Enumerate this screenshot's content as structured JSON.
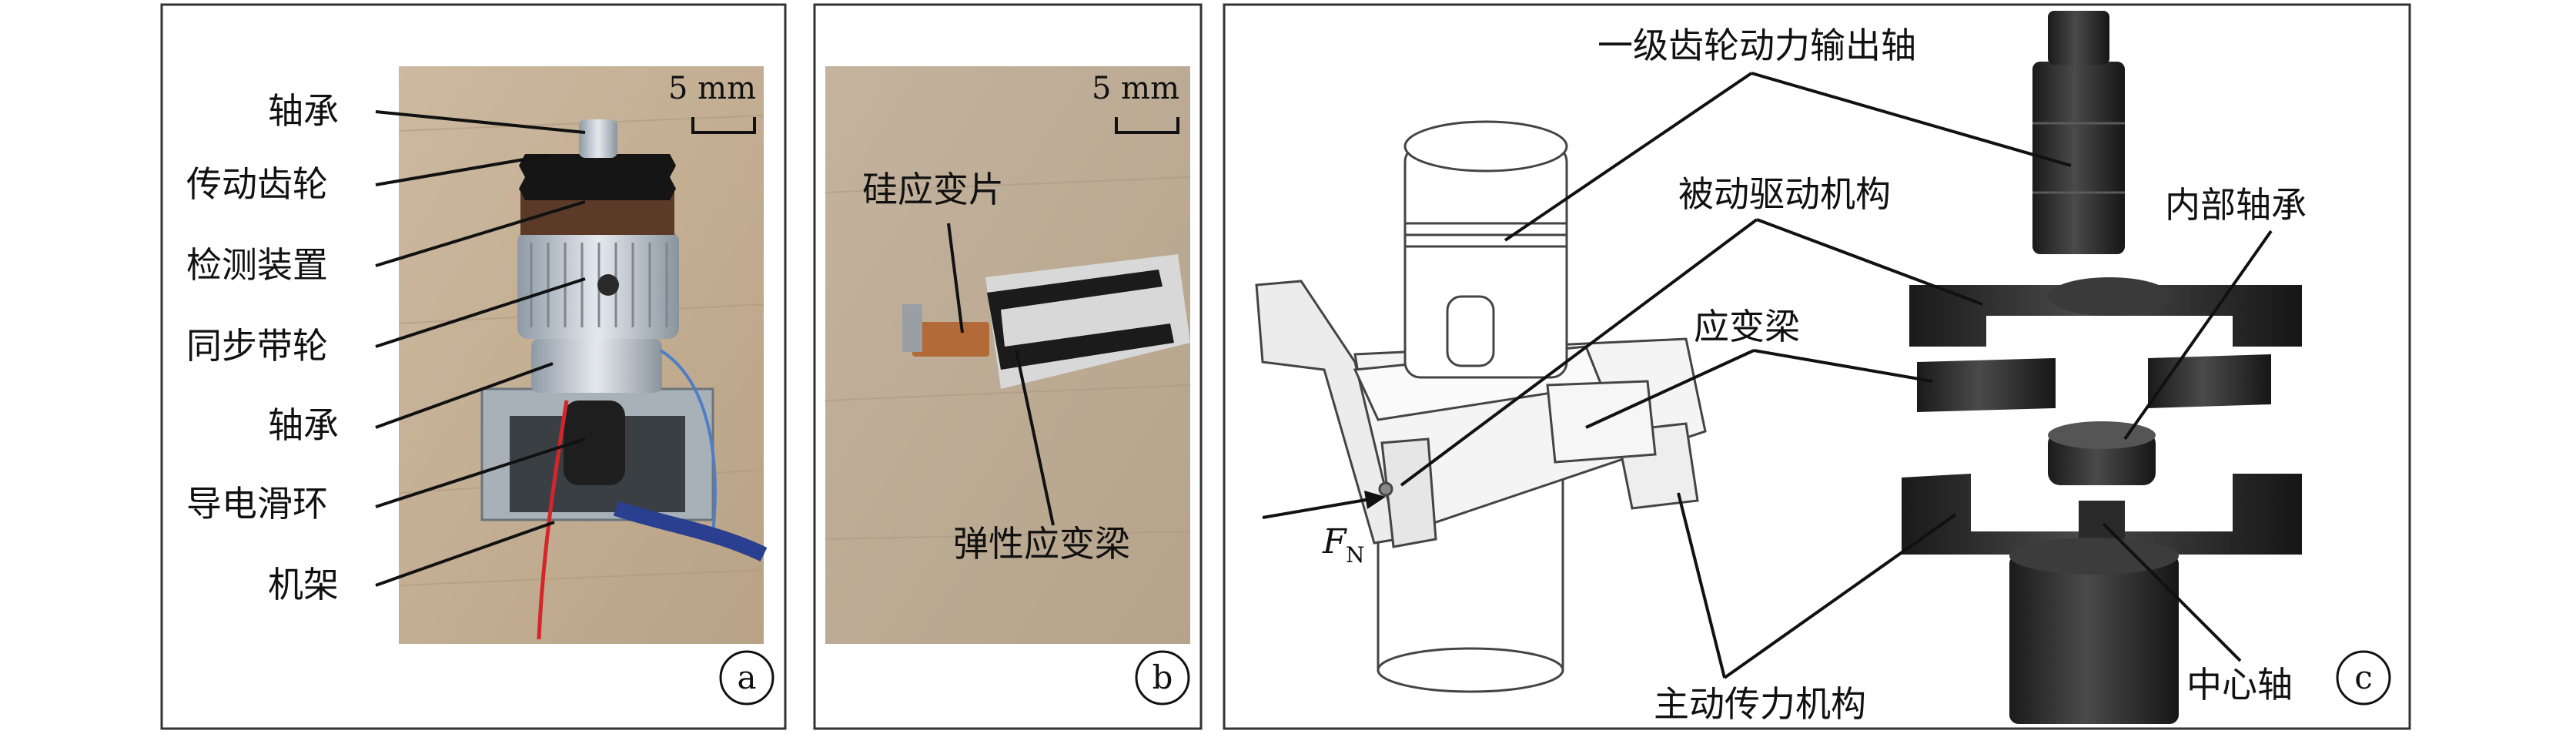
{
  "panel_a": {
    "scale": "5 mm",
    "letter": "a",
    "labels": [
      "轴承",
      "传动齿轮",
      "检测装置",
      "同步带轮",
      "轴承",
      "导电滑环",
      "机架"
    ]
  },
  "panel_b": {
    "scale": "5 mm",
    "letter": "b",
    "label_top": "硅应变片",
    "label_bottom": "弹性应变梁"
  },
  "panel_c": {
    "letter": "c",
    "label_output_shaft": "一级齿轮动力输出轴",
    "label_passive": "被动驱动机构",
    "label_inner_bearing": "内部轴承",
    "label_strain_beam": "应变梁",
    "force_main": "F",
    "force_sub": "N",
    "label_active": "主动传力机构",
    "label_center_shaft": "中心轴"
  },
  "colors": {
    "frame": "#333333",
    "wood": "#c9b497",
    "dark_part": "#262626"
  }
}
